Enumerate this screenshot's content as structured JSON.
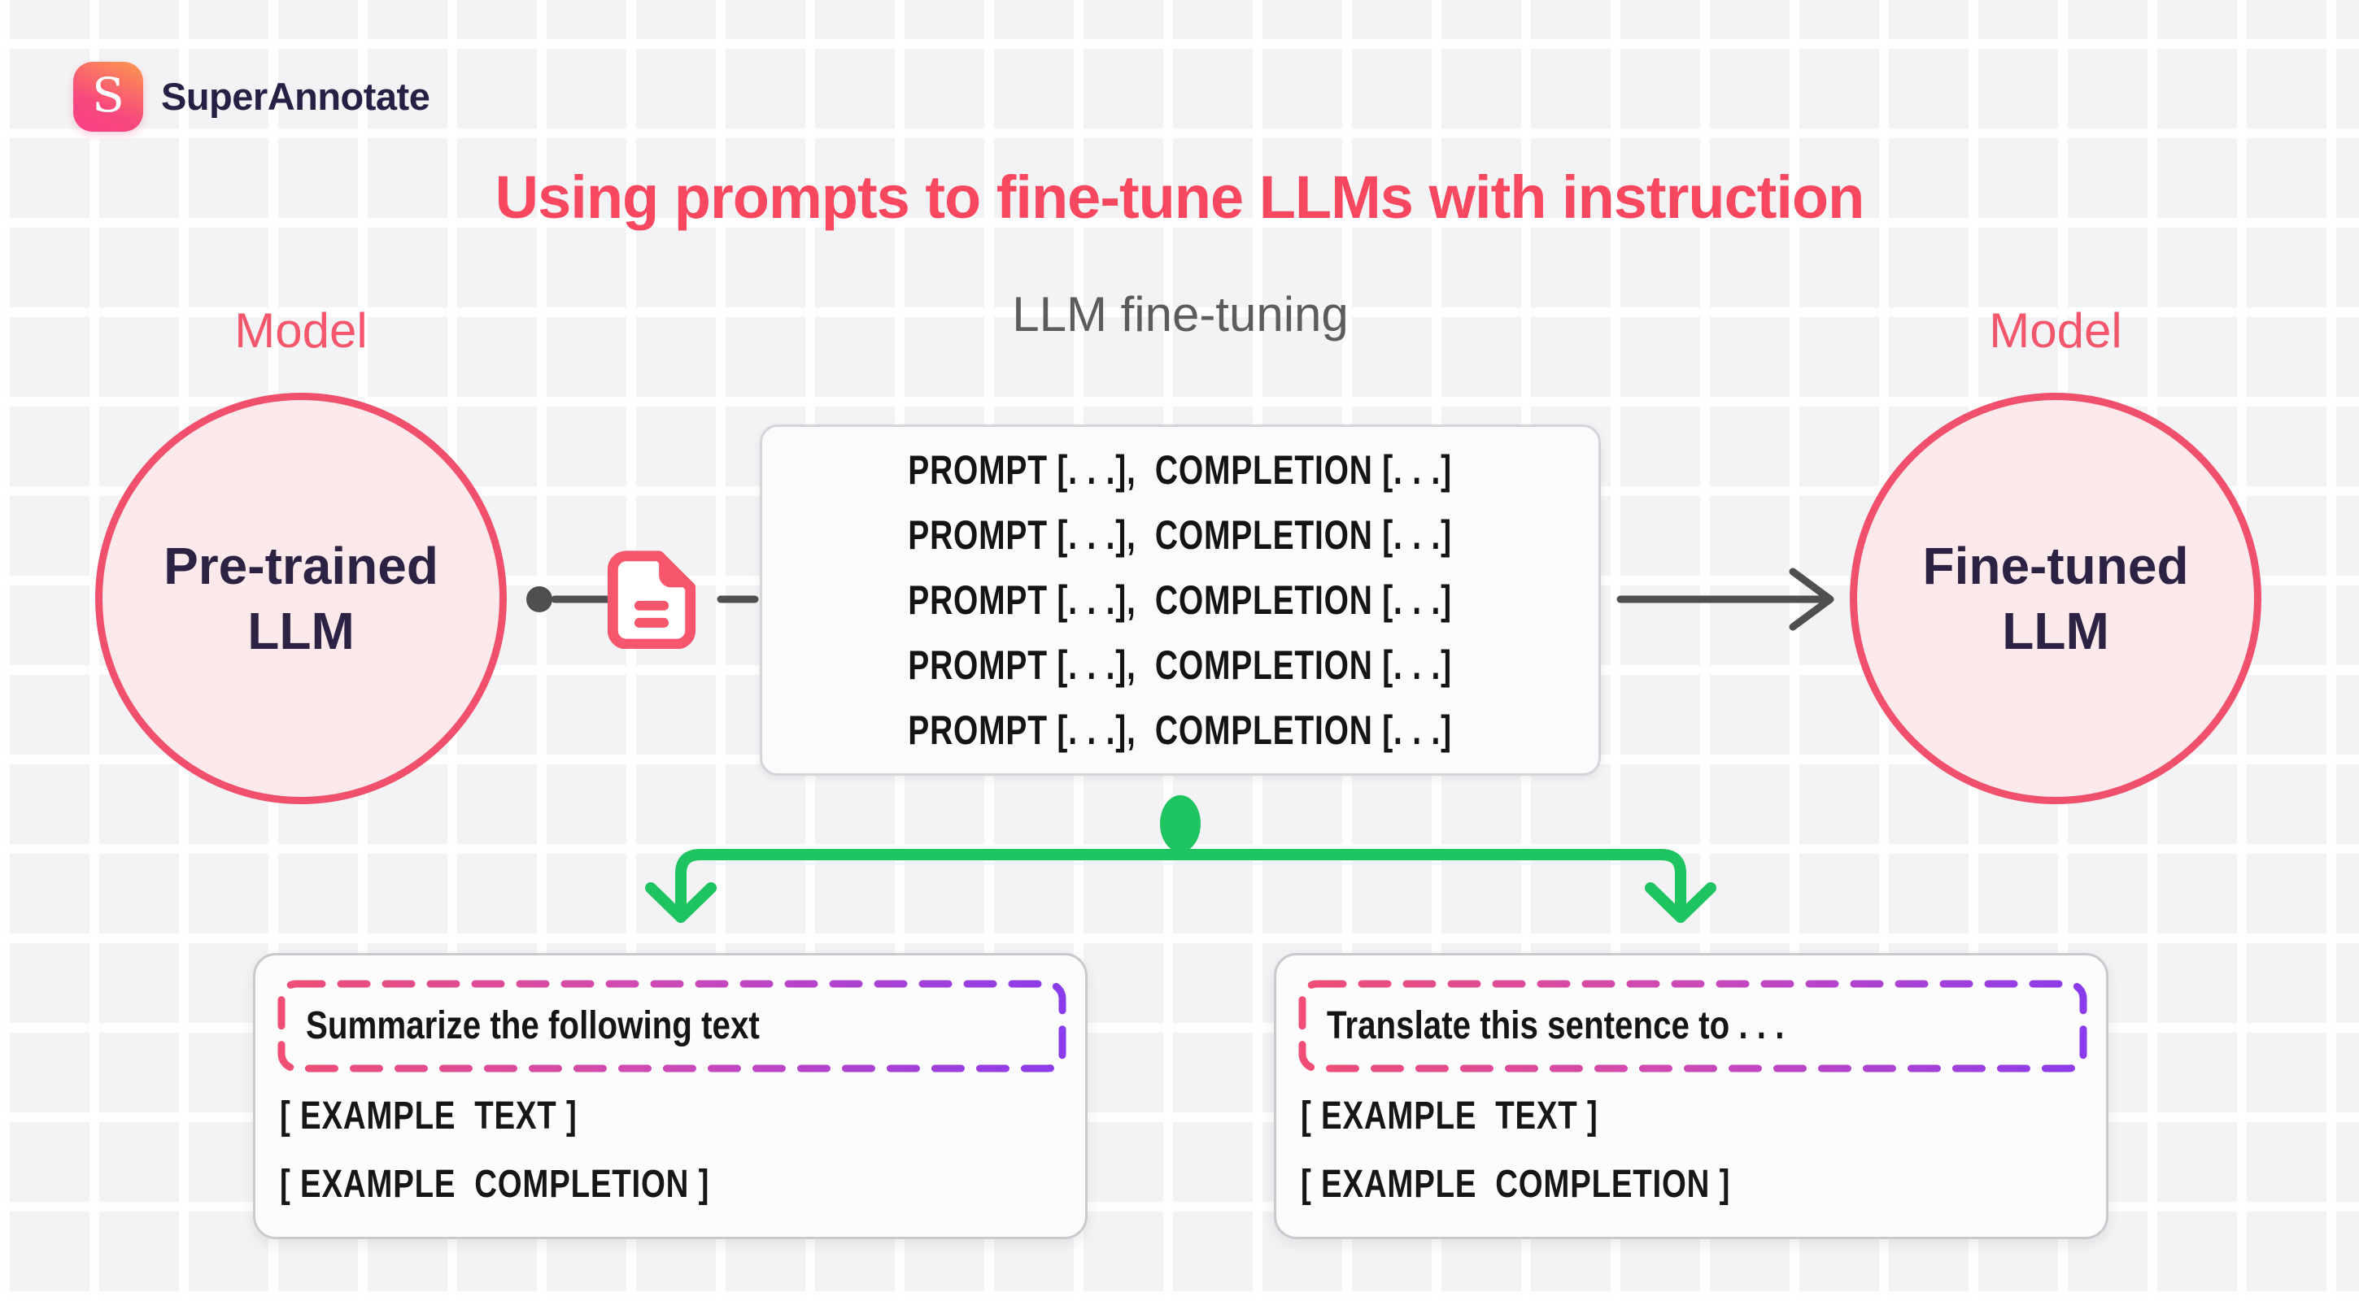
{
  "brand": {
    "logo_letter": "S",
    "name": "SuperAnnotate"
  },
  "title": "Using prompts to fine-tune LLMs with instruction",
  "headings": {
    "left_model": "Model",
    "center": "LLM fine-tuning",
    "right_model": "Model"
  },
  "nodes": {
    "pretrained": "Pre-trained LLM",
    "finetuned": "Fine-tuned LLM"
  },
  "dataset": {
    "rows": [
      "PROMPT [. . .],  COMPLETION [. . .]",
      "PROMPT [. . .],  COMPLETION [. . .]",
      "PROMPT [. . .],  COMPLETION [. . .]",
      "PROMPT [. . .],  COMPLETION [. . .]",
      "PROMPT [. . .],  COMPLETION [. . .]"
    ]
  },
  "cards": {
    "left": {
      "prompt": "Summarize the following text",
      "lines": [
        "[ EXAMPLE  TEXT ]",
        "[ EXAMPLE  COMPLETION ]"
      ]
    },
    "right": {
      "prompt": "Translate this sentence to . . .",
      "lines": [
        "[ EXAMPLE  TEXT ]",
        "[ EXAMPLE  COMPLETION ]"
      ]
    }
  },
  "colors": {
    "accent_pink": "#F7485F",
    "model_label_pink": "#F4566C",
    "circle_border": "#F0506B",
    "circle_fill": "#FCE9EB",
    "navy_text": "#2C2344",
    "gray_heading": "#5C5C5C",
    "connector_gray": "#4F4F4F",
    "green": "#1EC45F",
    "dash_gradient_start": "#F04E74",
    "dash_gradient_mid": "#CC49B8",
    "dash_gradient_end": "#8A3BEB"
  }
}
